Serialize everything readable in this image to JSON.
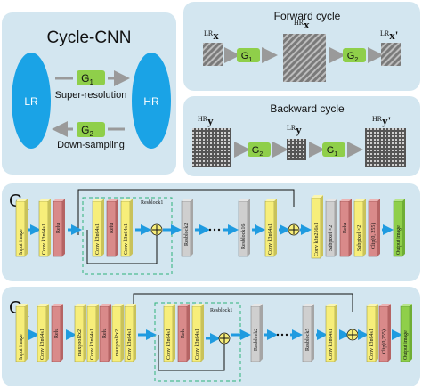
{
  "cycle_cnn": {
    "title": "Cycle-CNN",
    "lr_label": "LR",
    "hr_label": "HR",
    "g1_label": "G",
    "g1_sub": "1",
    "g2_label": "G",
    "g2_sub": "2",
    "super_label": "Super-resolution",
    "down_label": "Down-sampling"
  },
  "forward": {
    "title": "Forward cycle",
    "lr_x": "x",
    "lr_x_sup": "LR",
    "hr_x": "x",
    "hr_x_sup": "HR",
    "lr_xp": "x'",
    "lr_xp_sup": "LR",
    "g1": "G",
    "g1_sub": "1",
    "g2": "G",
    "g2_sub": "2"
  },
  "backward": {
    "title": "Backward cycle",
    "hr_y": "y",
    "hr_y_sup": "HR",
    "lr_y": "y",
    "lr_y_sup": "LR",
    "hr_yp": "y'",
    "hr_yp_sup": "HR",
    "g2": "G",
    "g2_sub": "2",
    "g1": "G",
    "g1_sub": "1"
  },
  "g1_net": {
    "title": "G",
    "title_sub": "1",
    "input": "Input image",
    "conv1": "Conv k3n64s1",
    "relu1": "Relu",
    "rb_conv1": "Conv k3n64s1",
    "rb_relu": "Relu",
    "rb_conv2": "Conv k3n64s1",
    "resblock1": "Resblock1",
    "resblock2": "Resblock2",
    "resblock16": "Resblock16",
    "conv_end": "Conv k3n64s1",
    "conv_up": "Conv k3n256s1",
    "subpixel1": "Subpixel ×2",
    "relu_up": "Relu",
    "subpixel2": "Subpixel ×2",
    "clip": "Clip(0, 255)",
    "output": "Output image"
  },
  "g2_net": {
    "title": "G",
    "title_sub": "2",
    "input": "Input image",
    "conv1": "Conv k3n64s1",
    "relu1": "Relu",
    "maxpool1": "maxpool2x2",
    "conv2": "Conv k3n64s1",
    "relu2": "Relu",
    "maxpool2": "maxpool2x2",
    "conv3": "Conv k3n64s1",
    "rb_conv1": "Conv k3n64s1",
    "rb_relu": "Relu",
    "rb_conv2": "Conv k3n64s1",
    "resblock1": "Resblock1",
    "resblock2": "Resblock2",
    "resblock5": "Resblock5",
    "conv_end": "Conv k3n64s1",
    "conv_out": "Conv k3n64s1",
    "clip": "Clip(0,255)",
    "output": "Output image"
  },
  "colors": {
    "panel": "#d3e6f0",
    "blue": "#1aa3e6",
    "green": "#8fcf4a",
    "yellow": "#f7ee7a",
    "red": "#d98a8a",
    "gray": "#cfcfcf",
    "arrow": "#1f9be0",
    "gray_arrow": "#9a9a9a"
  }
}
